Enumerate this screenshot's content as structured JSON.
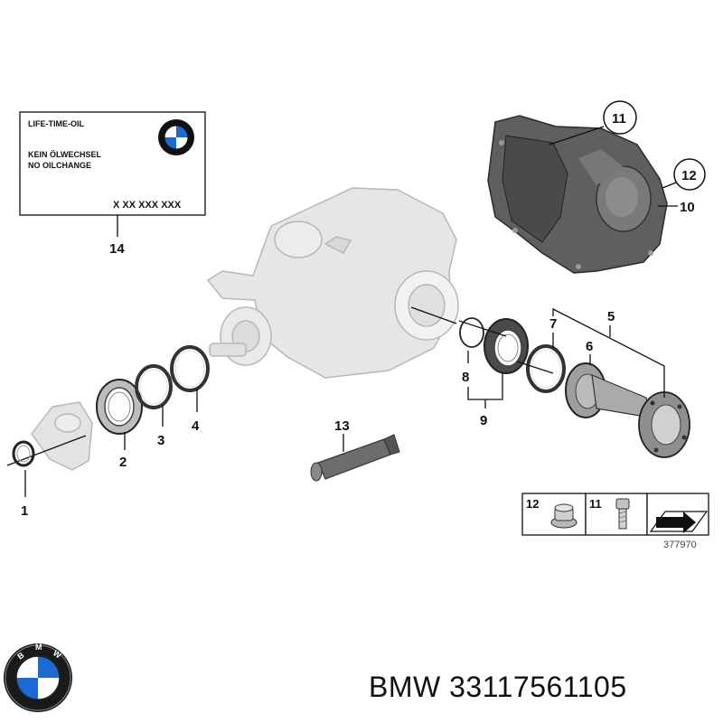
{
  "oil_label": {
    "line1": "LIFE-TIME-OIL",
    "line2": "KEIN ÖLWECHSEL",
    "line3": "NO OILCHANGE",
    "code": "X XX XXX XXX"
  },
  "callouts": [
    "1",
    "2",
    "3",
    "4",
    "5",
    "6",
    "7",
    "8",
    "9",
    "10",
    "11",
    "12",
    "13",
    "14"
  ],
  "legend": {
    "item_a": "12",
    "item_b": "11"
  },
  "reference_number": "377970",
  "brand": "BMW",
  "part_number": "33117561105",
  "footer_text": "BMW 33117561105",
  "colors": {
    "part_gray": "#c9c9c9",
    "dark_part": "#5a5a5a",
    "logo_blue": "#1c69d4"
  }
}
